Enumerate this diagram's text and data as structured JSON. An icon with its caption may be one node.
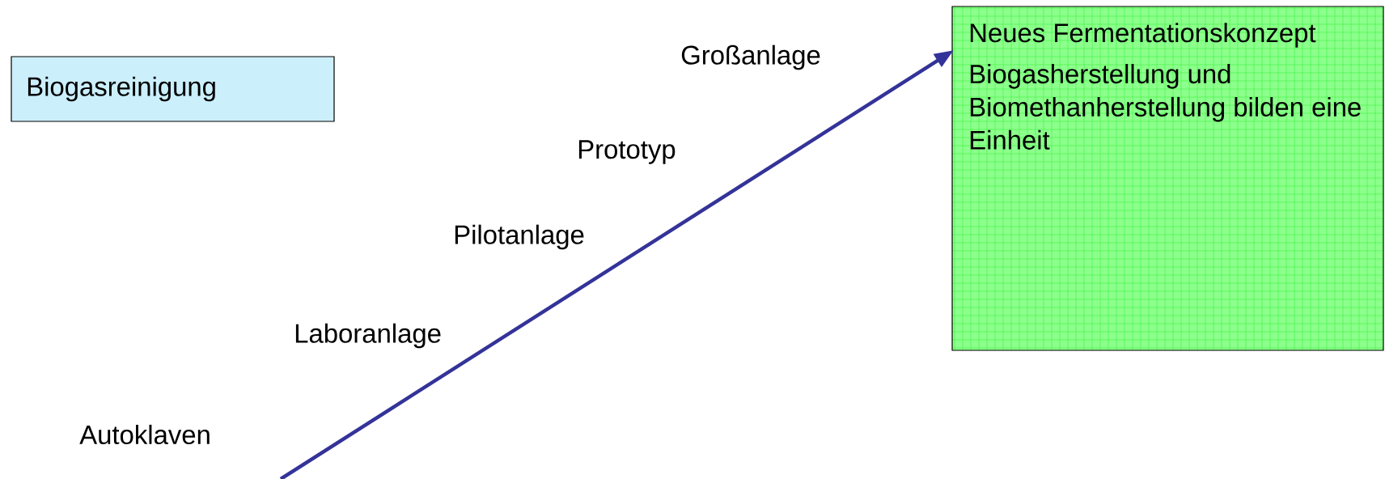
{
  "diagram": {
    "nodes": [
      {
        "text": [
          "Biogasreinigung"
        ]
      },
      {
        "text": [
          "Neues Fermentationskonzept",
          "Biogasherstellung und Biomethanherstellung bilden eine Einheit"
        ]
      }
    ],
    "edges": [
      {
        "from": null,
        "to": 1,
        "arrow": "to"
      }
    ],
    "labels": [
      "Großanlage",
      "Prototyp",
      "Pilotanlage",
      "Laboranlage",
      "Autoklaven"
    ]
  }
}
